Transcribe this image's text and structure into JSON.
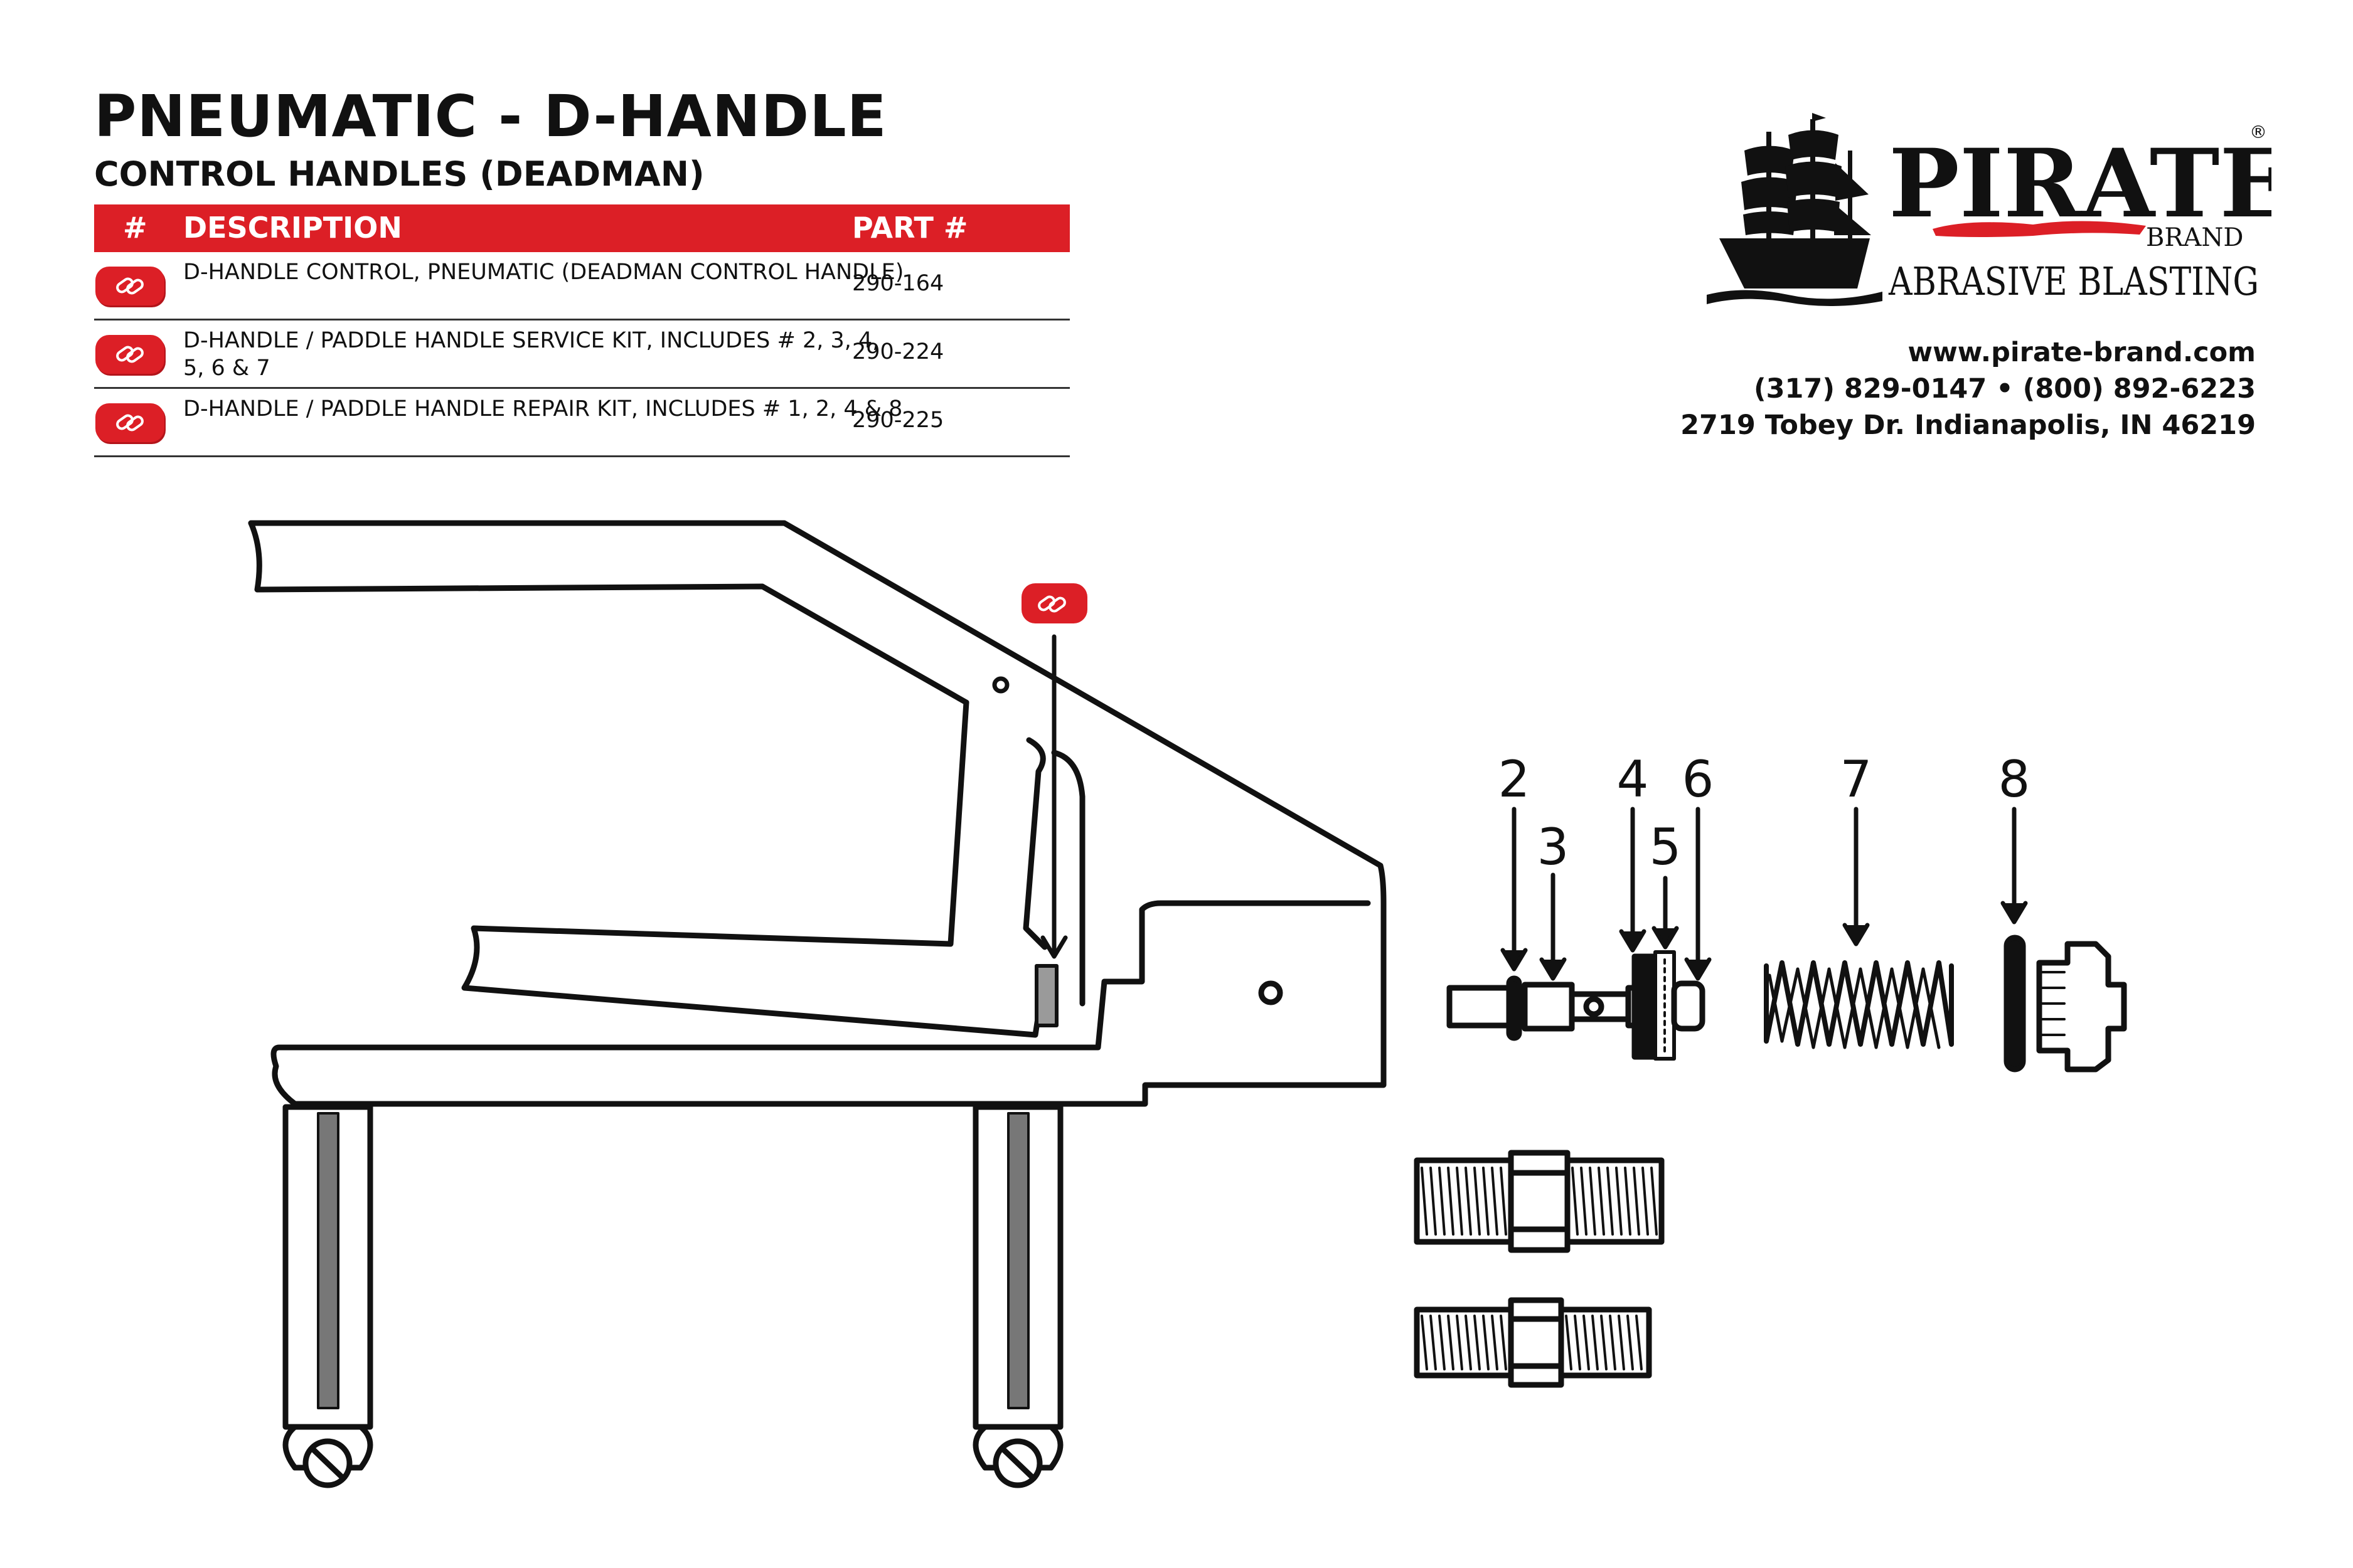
{
  "header": {
    "title": "PNEUMATIC - D-HANDLE",
    "subtitle": "CONTROL HANDLES (DEADMAN)"
  },
  "table": {
    "columns": [
      "#",
      "DESCRIPTION",
      "PART #"
    ],
    "rows": [
      {
        "description": "D-HANDLE CONTROL, PNEUMATIC (DEADMAN CONTROL HANDLE)",
        "part": "290-164",
        "icon": "link-icon"
      },
      {
        "description": "D-HANDLE / PADDLE HANDLE SERVICE KIT, INCLUDES # 2, 3, 4, 5, 6 & 7",
        "part": "290-224",
        "icon": "link-icon"
      },
      {
        "description": "D-HANDLE / PADDLE HANDLE REPAIR KIT, INCLUDES # 1, 2, 4 & 8",
        "part": "290-225",
        "icon": "link-icon"
      }
    ]
  },
  "brand": {
    "name": "PIRATE",
    "registered": "®",
    "brand_word": "BRAND",
    "tagline": "ABRASIVE BLASTING",
    "accent_color": "#dc1f26"
  },
  "contact": {
    "website": "www.pirate-brand.com",
    "phones": "(317) 829-0147 • (800) 892-6223",
    "address": "2719 Tobey Dr. Indianapolis, IN 46219"
  },
  "diagram": {
    "callouts": [
      "2",
      "3",
      "4",
      "5",
      "6",
      "7",
      "8"
    ]
  }
}
